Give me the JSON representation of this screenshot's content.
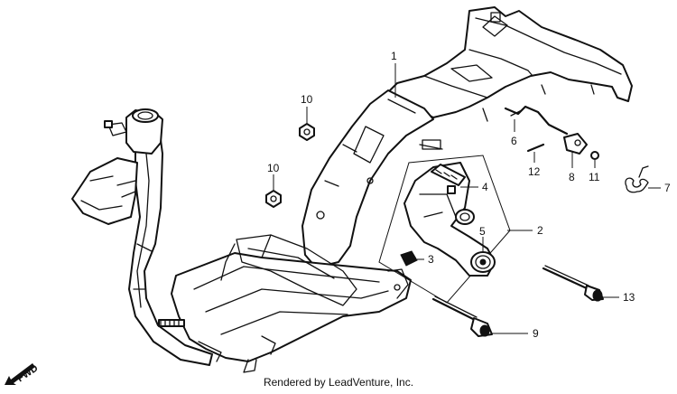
{
  "footer": {
    "text": "Rendered by LeadVenture, Inc."
  },
  "fwd_indicator": {
    "label": "FWD"
  },
  "callouts": [
    {
      "id": "1",
      "label": "1"
    },
    {
      "id": "2",
      "label": "2"
    },
    {
      "id": "3",
      "label": "3"
    },
    {
      "id": "4",
      "label": "4"
    },
    {
      "id": "5",
      "label": "5"
    },
    {
      "id": "6",
      "label": "6"
    },
    {
      "id": "7",
      "label": "7"
    },
    {
      "id": "8",
      "label": "8"
    },
    {
      "id": "9",
      "label": "9"
    },
    {
      "id": "10a",
      "label": "10"
    },
    {
      "id": "10b",
      "label": "10"
    },
    {
      "id": "11",
      "label": "11"
    },
    {
      "id": "12",
      "label": "12"
    },
    {
      "id": "13",
      "label": "13"
    }
  ]
}
